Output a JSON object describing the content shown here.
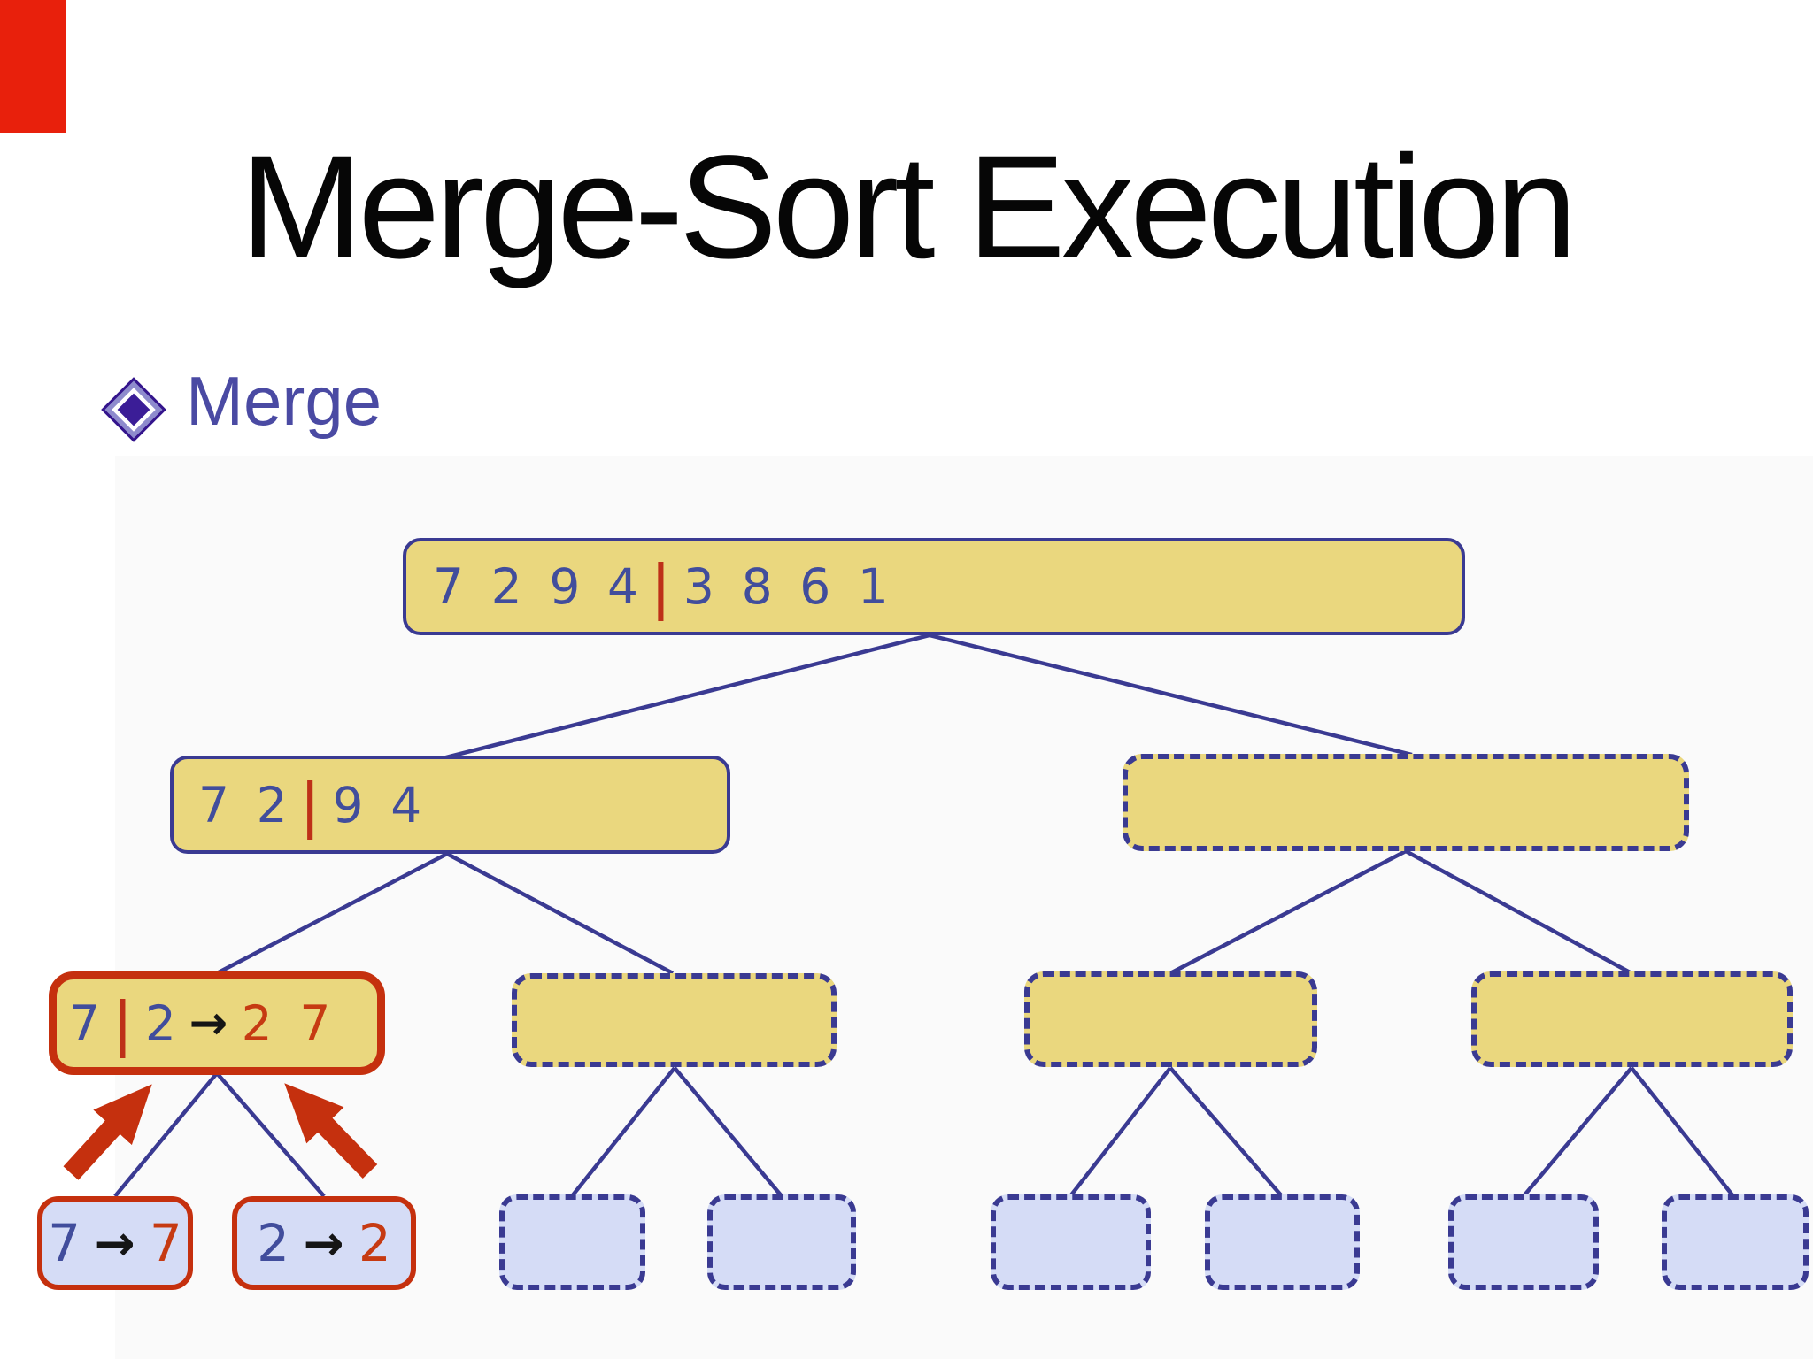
{
  "title": "Merge-Sort Execution",
  "bullet": {
    "label": "Merge",
    "icon": "diamond-bullet-icon"
  },
  "corner_marker_color": "#E8200C",
  "colors": {
    "box_fill_yellow": "#EAD77E",
    "box_fill_lavender": "#D5DCF6",
    "tree_line_blue": "#3A3A92",
    "digit_blue": "#414D9C",
    "digit_red": "#C63A12",
    "accent_red_border": "#C5300E",
    "heading_blue": "#4A4AA3",
    "bullet_purple": "#3B1D97"
  },
  "tree": {
    "nodes": {
      "root": {
        "text": "7 2 9 4 | 3 8 6 1",
        "parts": [
          {
            "text": "7 2 9 4",
            "color": "blue"
          },
          {
            "text": "|",
            "color": "red"
          },
          {
            "text": "3 8 6 1",
            "color": "blue"
          }
        ]
      },
      "l2_left": {
        "text": "7 2 | 9 4",
        "parts": [
          {
            "text": "7 2",
            "color": "blue"
          },
          {
            "text": "|",
            "color": "red"
          },
          {
            "text": "9 4",
            "color": "blue"
          }
        ]
      },
      "l2_right": {
        "text": "",
        "parts": []
      },
      "l3_merged": {
        "text": "7 | 2 → 2 7",
        "parts": [
          {
            "text": "7",
            "color": "blue"
          },
          {
            "text": "|",
            "color": "red"
          },
          {
            "text": "2",
            "color": "blue"
          },
          {
            "text": "→",
            "color": "black"
          },
          {
            "text": "2 7",
            "color": "red"
          }
        ]
      },
      "l3_b": {
        "text": "",
        "parts": []
      },
      "l3_c": {
        "text": "",
        "parts": []
      },
      "l3_d": {
        "text": "",
        "parts": []
      },
      "leaf1": {
        "text": "7 → 7",
        "parts": [
          {
            "text": "7",
            "color": "blue"
          },
          {
            "text": "→",
            "color": "black"
          },
          {
            "text": "7",
            "color": "red"
          }
        ]
      },
      "leaf2": {
        "text": "2 → 2",
        "parts": [
          {
            "text": "2",
            "color": "blue"
          },
          {
            "text": "→",
            "color": "black"
          },
          {
            "text": "2",
            "color": "red"
          }
        ]
      },
      "leaf3": {
        "text": "",
        "parts": []
      },
      "leaf4": {
        "text": "",
        "parts": []
      },
      "leaf5": {
        "text": "",
        "parts": []
      },
      "leaf6": {
        "text": "",
        "parts": []
      },
      "leaf7": {
        "text": "",
        "parts": []
      },
      "leaf8": {
        "text": "",
        "parts": []
      }
    }
  }
}
